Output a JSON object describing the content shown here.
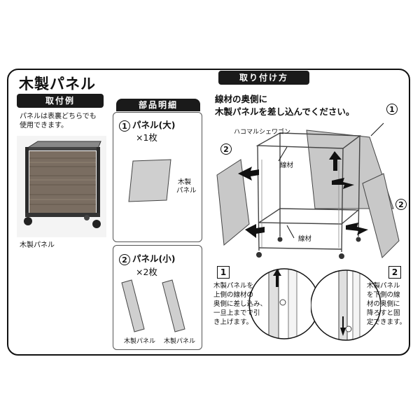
{
  "title": "木製パネル",
  "example": {
    "header": "取付例",
    "note_line1": "パネルは表裏どちらでも",
    "note_line2": "使用できます。",
    "caption": "木製パネル"
  },
  "parts": {
    "header": "部品明細",
    "large": {
      "num": "1",
      "name": "パネル(大)",
      "qty": "×1枚",
      "label_line1": "木製",
      "label_line2": "パネル"
    },
    "small": {
      "num": "2",
      "name": "パネル(小)",
      "qty": "×2枚",
      "label_a": "木製パネル",
      "label_b": "木製パネル"
    }
  },
  "install": {
    "header": "取り付け方",
    "instr_line1": "線材の奥側に",
    "instr_line2": "木製パネルを差し込んでください。",
    "wagon_label": "ハコマルシェワゴン",
    "wire_label_top": "線材",
    "wire_label_bottom": "線材",
    "num1": "1",
    "num2": "2",
    "num2b": "2",
    "step1": {
      "num": "1",
      "line1": "木製パネルを",
      "line2": "上側の線材の",
      "line3": "奥側に差し込み、",
      "line4": "一旦上までで引",
      "line5": "き上げます。"
    },
    "step2": {
      "num": "2",
      "line1": "木製パネル",
      "line2": "を下側の線",
      "line3": "材の奥側に",
      "line4": "降ろすと固",
      "line5": "定できます。"
    }
  }
}
